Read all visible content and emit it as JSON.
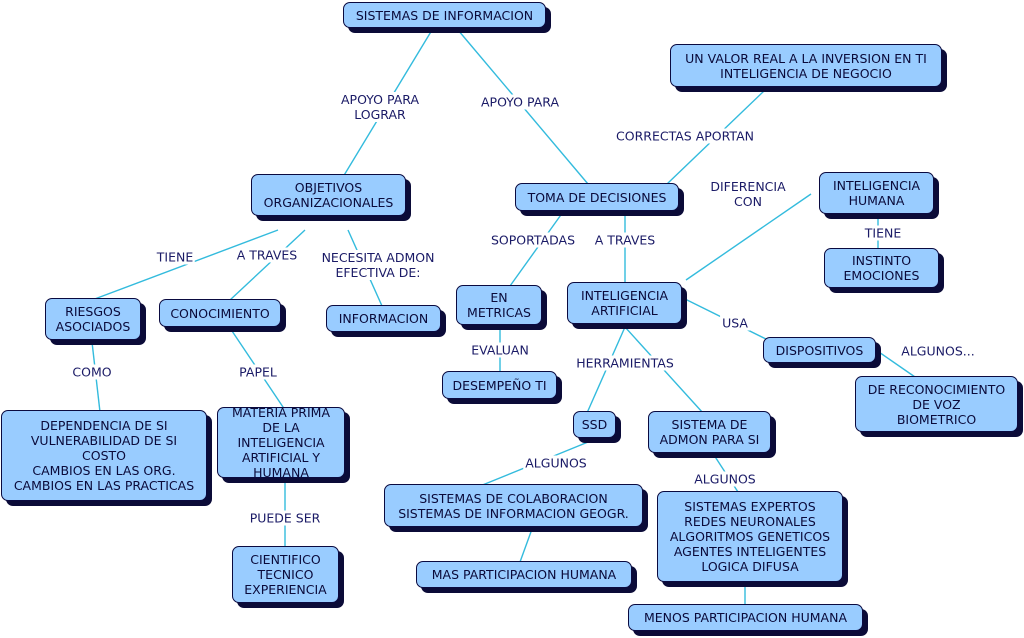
{
  "nodes": {
    "sistemas_info": "SISTEMAS DE INFORMACION",
    "valor_real": "UN VALOR REAL A LA INVERSION EN TI\nINTELIGENCIA DE NEGOCIO",
    "objetivos": "OBJETIVOS\nORGANIZACIONALES",
    "toma_decisiones": "TOMA DE DECISIONES",
    "inteligencia_humana": "INTELIGENCIA\nHUMANA",
    "instinto": "INSTINTO\nEMOCIONES",
    "riesgos": "RIESGOS\nASOCIADOS",
    "conocimiento": "CONOCIMIENTO",
    "informacion": "INFORMACION",
    "metricas": "EN\nMETRICAS",
    "inteligencia_artificial": "INTELIGENCIA\nARTIFICIAL",
    "dispositivos": "DISPOSITIVOS",
    "desempeno": "DESEMPEÑO TI",
    "reconocimiento": "DE RECONOCIMIENTO\nDE VOZ\nBIOMETRICO",
    "dependencia": "DEPENDENCIA DE SI\nVULNERABILIDAD  DE SI\nCOSTO\nCAMBIOS EN LAS ORG.\nCAMBIOS EN LAS PRACTICAS",
    "materia_prima": "MATERIA PRIMA\nDE LA INTELIGENCIA\nARTIFICIAL Y\nHUMANA",
    "ssd": "SSD",
    "sistema_admon": "SISTEMA DE\nADMON PARA SI",
    "colaboracion": "SISTEMAS DE COLABORACION\nSISTEMAS DE INFORMACION GEOGR.",
    "expertos": "SISTEMAS EXPERTOS\nREDES NEURONALES\nALGORITMOS GENETICOS\nAGENTES INTELIGENTES\nLOGICA DIFUSA",
    "cientifico": "CIENTIFICO\nTECNICO\nEXPERIENCIA",
    "mas_participacion": "MAS PARTICIPACION HUMANA",
    "menos_participacion": "MENOS PARTICIPACION HUMANA"
  },
  "links": {
    "apoyo_lograr": "APOYO PARA\nLOGRAR",
    "apoyo_para": "APOYO PARA",
    "correctas_aportan": "CORRECTAS APORTAN",
    "diferencia_con": "DIFERENCIA\nCON",
    "tiene_ih": "TIENE",
    "tiene_obj": "TIENE",
    "a_traves_obj": "A TRAVES",
    "necesita": "NECESITA ADMON\nEFECTIVA DE:",
    "soportadas": "SOPORTADAS",
    "a_traves_td": "A TRAVES",
    "usa": "USA",
    "algunos_disp": "ALGUNOS...",
    "evaluan": "EVALUAN",
    "herramientas": "HERRAMIENTAS",
    "como": "COMO",
    "papel": "PAPEL",
    "algunos_ssd": "ALGUNOS",
    "algunos_admon": "ALGUNOS",
    "puede_ser": "PUEDE SER"
  }
}
